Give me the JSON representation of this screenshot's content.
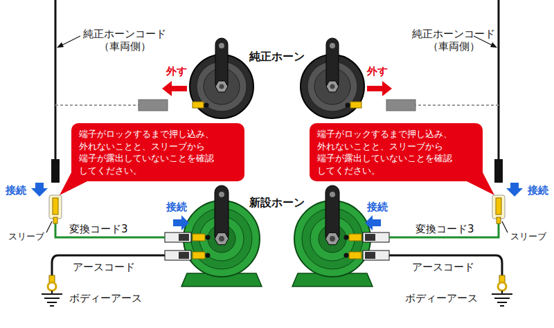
{
  "diagram": {
    "nodes": [
      {
        "text": [
          "端子がロックするまで押し込み、 外れないことと、スリーブから 端子が露出していないことを確認 してください。"
        ]
      },
      {
        "text": [
          "端子がロックするまで押し込み、 外れないことと、スリーブから 端子が露出していないことを確認 してください。"
        ]
      }
    ],
    "labels": [
      "純正ホーンコード （車両側）",
      "純正ホーン",
      "純正ホーンコード （車両側）",
      "外す",
      "外す",
      "接続",
      "接続",
      "接続",
      "新設ホーン",
      "接続",
      "スリーブ",
      "変換コード3",
      "スリーブ",
      "変換コード3",
      "アースコード",
      "アースコード",
      "ボディーアース",
      "ボディーアース"
    ]
  }
}
